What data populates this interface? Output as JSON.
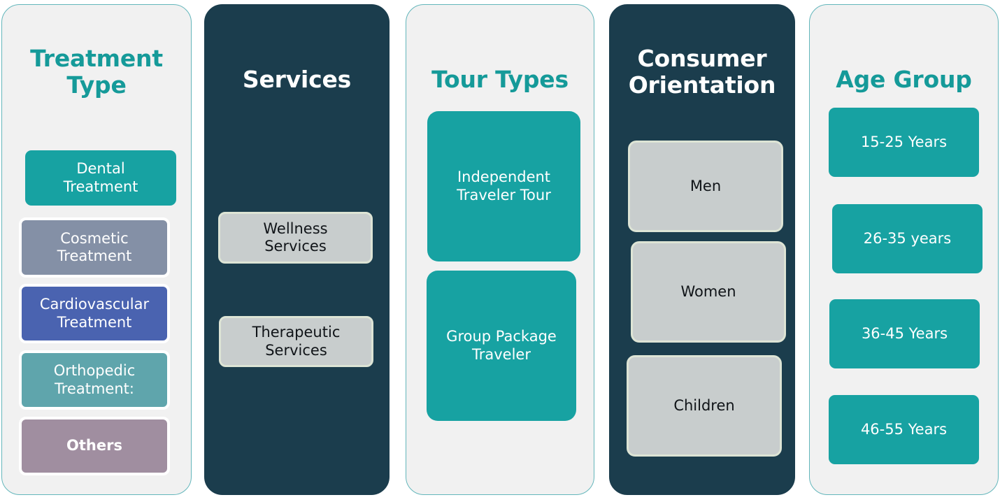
{
  "meta": {
    "diagram_type": "category-columns",
    "colors": {
      "teal_accent": "#159a99",
      "teal_fill": "#17a2a2",
      "dark_panel": "#1b3d4d",
      "light_panel": "#f1f1f1",
      "panel_border": "#63b6bb",
      "gray_chip": "#c8cdcd",
      "gray_chip_border": "#dde4d5",
      "slate_gray": "#8490a6",
      "royal_blue": "#4a63b0",
      "muted_teal": "#5fa5ac",
      "mauve": "#a08ea0"
    }
  },
  "columns": [
    {
      "id": "treatment-type",
      "title": "Treatment\nType",
      "theme": "light",
      "items": [
        {
          "label": "Dental\nTreatment",
          "color": "#17a2a2",
          "style": "flat-teal"
        },
        {
          "label": "Cosmetic\nTreatment",
          "color": "#8490a6",
          "style": "sw"
        },
        {
          "label": "Cardiovascular\nTreatment",
          "color": "#4a63b0",
          "style": "sw"
        },
        {
          "label": "Orthopedic\nTreatment:",
          "color": "#5fa5ac",
          "style": "sw"
        },
        {
          "label": "Others",
          "color": "#a08ea0",
          "style": "sw",
          "bold": true
        }
      ]
    },
    {
      "id": "services",
      "title": "Services",
      "theme": "dark",
      "items": [
        {
          "label": "Wellness\nServices",
          "color": "#c8cdcd",
          "style": "gray-chip"
        },
        {
          "label": "Therapeutic\nServices",
          "color": "#c8cdcd",
          "style": "gray-chip"
        }
      ]
    },
    {
      "id": "tour-types",
      "title": "Tour Types",
      "theme": "light",
      "items": [
        {
          "label": "Independent\nTraveler Tour",
          "color": "#17a2a2",
          "style": "flat-teal"
        },
        {
          "label": "Group Package\nTraveler",
          "color": "#17a2a2",
          "style": "flat-teal"
        }
      ]
    },
    {
      "id": "consumer-orientation",
      "title": "Consumer\nOrientation",
      "theme": "dark",
      "items": [
        {
          "label": "Men",
          "color": "#c8cdcd",
          "style": "gray-chip"
        },
        {
          "label": "Women",
          "color": "#c8cdcd",
          "style": "gray-chip"
        },
        {
          "label": "Children",
          "color": "#c8cdcd",
          "style": "gray-chip"
        }
      ]
    },
    {
      "id": "age-group",
      "title": "Age Group",
      "theme": "light",
      "items": [
        {
          "label": "15-25 Years",
          "color": "#17a2a2",
          "style": "flat-teal"
        },
        {
          "label": "26-35 years",
          "color": "#17a2a2",
          "style": "flat-teal"
        },
        {
          "label": "36-45 Years",
          "color": "#17a2a2",
          "style": "flat-teal"
        },
        {
          "label": "46-55 Years",
          "color": "#17a2a2",
          "style": "flat-teal"
        }
      ]
    }
  ]
}
